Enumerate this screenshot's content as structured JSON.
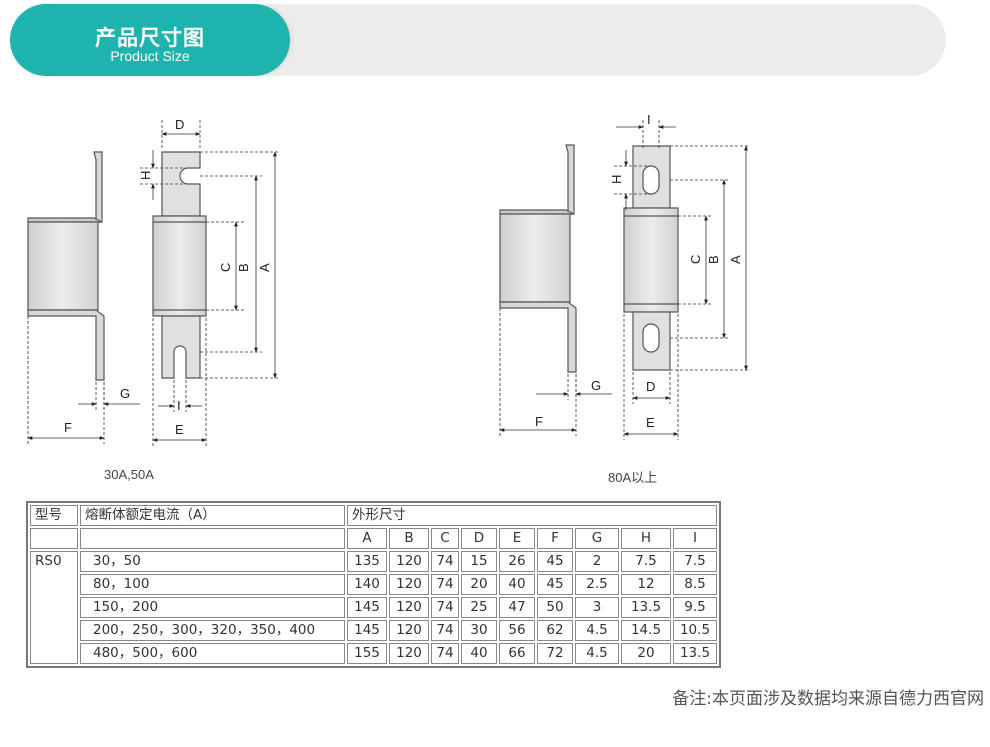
{
  "header": {
    "title_cn": "产品尺寸图",
    "title_en": "Product Size"
  },
  "drawings": [
    {
      "caption": "30A,50A",
      "labels": [
        "D",
        "H",
        "C",
        "B",
        "A",
        "G",
        "F",
        "I",
        "E"
      ]
    },
    {
      "caption": "80A以上",
      "labels": [
        "I",
        "H",
        "C",
        "B",
        "A",
        "G",
        "F",
        "D",
        "E"
      ]
    }
  ],
  "table": {
    "headers": {
      "model": "型号",
      "rated_current": "熔断体额定电流（A）",
      "dimensions": "外形尺寸"
    },
    "dim_columns": [
      "A",
      "B",
      "C",
      "D",
      "E",
      "F",
      "G",
      "H",
      "I"
    ],
    "model_value": "RS0",
    "rows": [
      {
        "current": "30，50",
        "values": [
          "135",
          "120",
          "74",
          "15",
          "26",
          "45",
          "2",
          "7.5",
          "7.5"
        ]
      },
      {
        "current": "80，100",
        "values": [
          "140",
          "120",
          "74",
          "20",
          "40",
          "45",
          "2.5",
          "12",
          "8.5"
        ]
      },
      {
        "current": "150，200",
        "values": [
          "145",
          "120",
          "74",
          "25",
          "47",
          "50",
          "3",
          "13.5",
          "9.5"
        ]
      },
      {
        "current": "200，250，300，320，350，400",
        "values": [
          "145",
          "120",
          "74",
          "30",
          "56",
          "62",
          "4.5",
          "14.5",
          "10.5"
        ]
      },
      {
        "current": "480，500，600",
        "values": [
          "155",
          "120",
          "74",
          "40",
          "66",
          "72",
          "4.5",
          "20",
          "13.5"
        ]
      }
    ]
  },
  "note": "备注:本页面涉及数据均来源自德力西官网"
}
